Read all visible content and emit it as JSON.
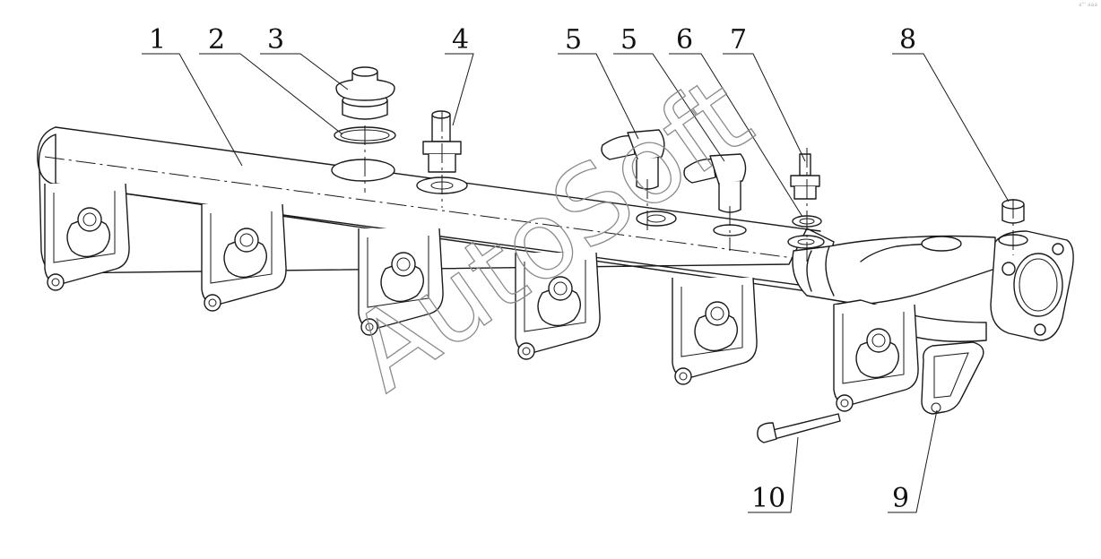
{
  "watermark": {
    "text": "AutoSoft"
  },
  "corner_mark": "a\"' aaa",
  "callouts": [
    {
      "id": "c1",
      "label": "1"
    },
    {
      "id": "c2",
      "label": "2"
    },
    {
      "id": "c3",
      "label": "3"
    },
    {
      "id": "c4",
      "label": "4"
    },
    {
      "id": "c5a",
      "label": "5"
    },
    {
      "id": "c5b",
      "label": "5"
    },
    {
      "id": "c6",
      "label": "6"
    },
    {
      "id": "c7",
      "label": "7"
    },
    {
      "id": "c8",
      "label": "8"
    },
    {
      "id": "c9",
      "label": "9"
    },
    {
      "id": "c10",
      "label": "10"
    }
  ],
  "colors": {
    "line": "#1a1a1a",
    "watermark": "#8a8a8a",
    "background": "#ffffff"
  }
}
